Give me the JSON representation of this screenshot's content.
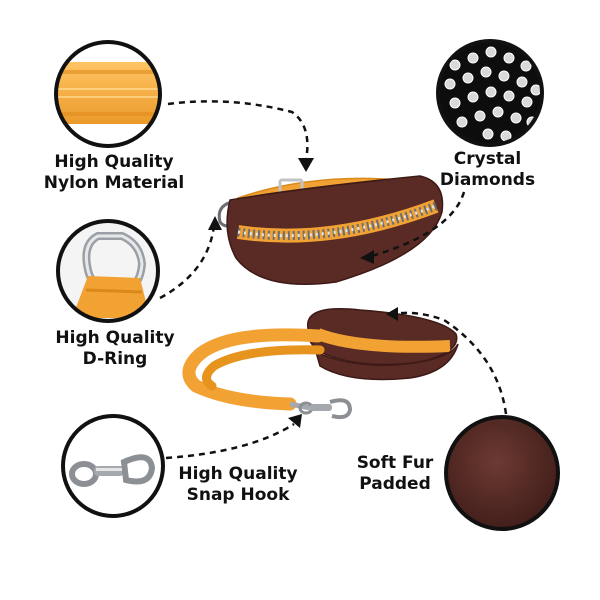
{
  "features": [
    {
      "id": "nylon",
      "line1": "High Quality",
      "line2": "Nylon Material",
      "icon": "nylon-strap-closeup"
    },
    {
      "id": "crystal",
      "line1": "Crystal",
      "line2": "Diamonds",
      "icon": "rhinestone-closeup"
    },
    {
      "id": "dring",
      "line1": "High Quality",
      "line2": "D-Ring",
      "icon": "d-ring-closeup"
    },
    {
      "id": "snap",
      "line1": "High Quality",
      "line2": "Snap Hook",
      "icon": "snap-hook-closeup"
    },
    {
      "id": "fur",
      "line1": "Soft Fur",
      "line2": "Padded",
      "icon": "fur-texture-closeup"
    }
  ],
  "colors": {
    "nylon_orange": "#f5a93a",
    "fur_brown": "#5a2b25",
    "metal": "#b9bcc0",
    "outline": "#111111"
  }
}
